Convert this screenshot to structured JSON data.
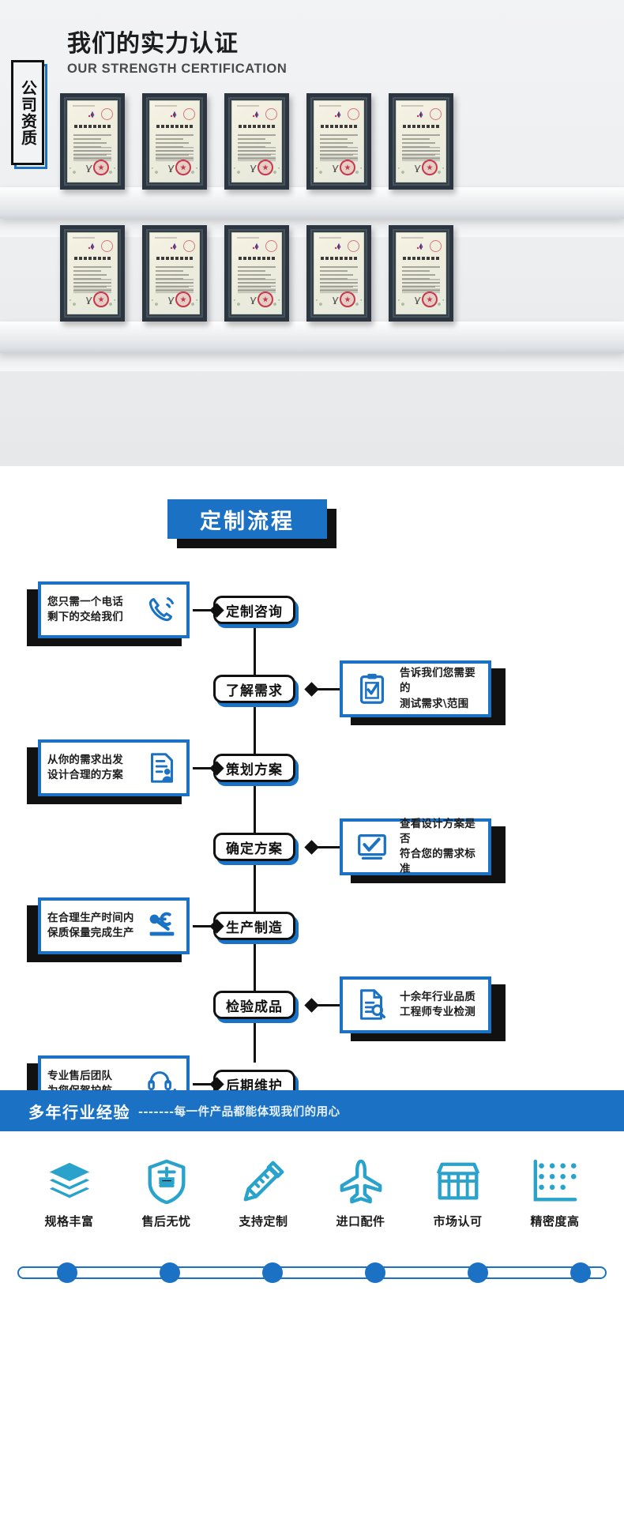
{
  "certification": {
    "title_cn": "我们的实力认证",
    "title_en": "OUR STRENGTH CERTIFICATION",
    "badge_text": "公司资质",
    "accent_color": "#1b72c4",
    "frame_color": "#2b3640",
    "rows": [
      {
        "count": 5,
        "certificates": [
          "实用新型专利证书",
          "实用新型专利证书",
          "实用新型专利证书",
          "实用新型专利证书",
          "实用新型专利证书"
        ]
      },
      {
        "count": 5,
        "certificates": [
          "实用新型专利证书",
          "实用新型专利证书",
          "实用新型专利证书",
          "实用新型专利证书",
          "实用新型专利证书"
        ]
      }
    ]
  },
  "flow": {
    "title": "定制流程",
    "accent_color": "#1b72c4",
    "steps": [
      {
        "pill": "定制咨询",
        "side": "left",
        "card_text": "您只需一个电话\n剩下的交给我们",
        "icon": "phone-ring-icon"
      },
      {
        "pill": "了解需求",
        "side": "right",
        "card_text": "告诉我们您需要的\n测试需求\\范围",
        "icon": "clipboard-check-icon"
      },
      {
        "pill": "策划方案",
        "side": "left",
        "card_text": "从你的需求出发\n设计合理的方案",
        "icon": "document-user-icon"
      },
      {
        "pill": "确定方案",
        "side": "right",
        "card_text": "查看设计方案是否\n符合您的需求标准",
        "icon": "monitor-check-icon"
      },
      {
        "pill": "生产制造",
        "side": "left",
        "card_text": "在合理生产时间内\n保质保量完成生产",
        "icon": "robot-arm-icon"
      },
      {
        "pill": "检验成品",
        "side": "right",
        "card_text": "十余年行业品质\n工程师专业检测",
        "icon": "document-search-icon"
      },
      {
        "pill": "后期维护",
        "side": "left",
        "card_text": "专业售后团队\n为您保驾护航",
        "icon": "headset-support-icon"
      }
    ]
  },
  "experience": {
    "headline": "多年行业经验",
    "subline": "-------每一件产品都能体现我们的用心",
    "bar_color": "#1b72c4",
    "features": [
      {
        "label": "规格丰富",
        "icon": "layers-icon"
      },
      {
        "label": "售后无忧",
        "icon": "shield-sale-icon"
      },
      {
        "label": "支持定制",
        "icon": "ruler-pencil-icon"
      },
      {
        "label": "进口配件",
        "icon": "airplane-icon"
      },
      {
        "label": "市场认可",
        "icon": "storefront-icon"
      },
      {
        "label": "精密度高",
        "icon": "precision-dots-icon"
      }
    ],
    "dot_count": 6
  }
}
